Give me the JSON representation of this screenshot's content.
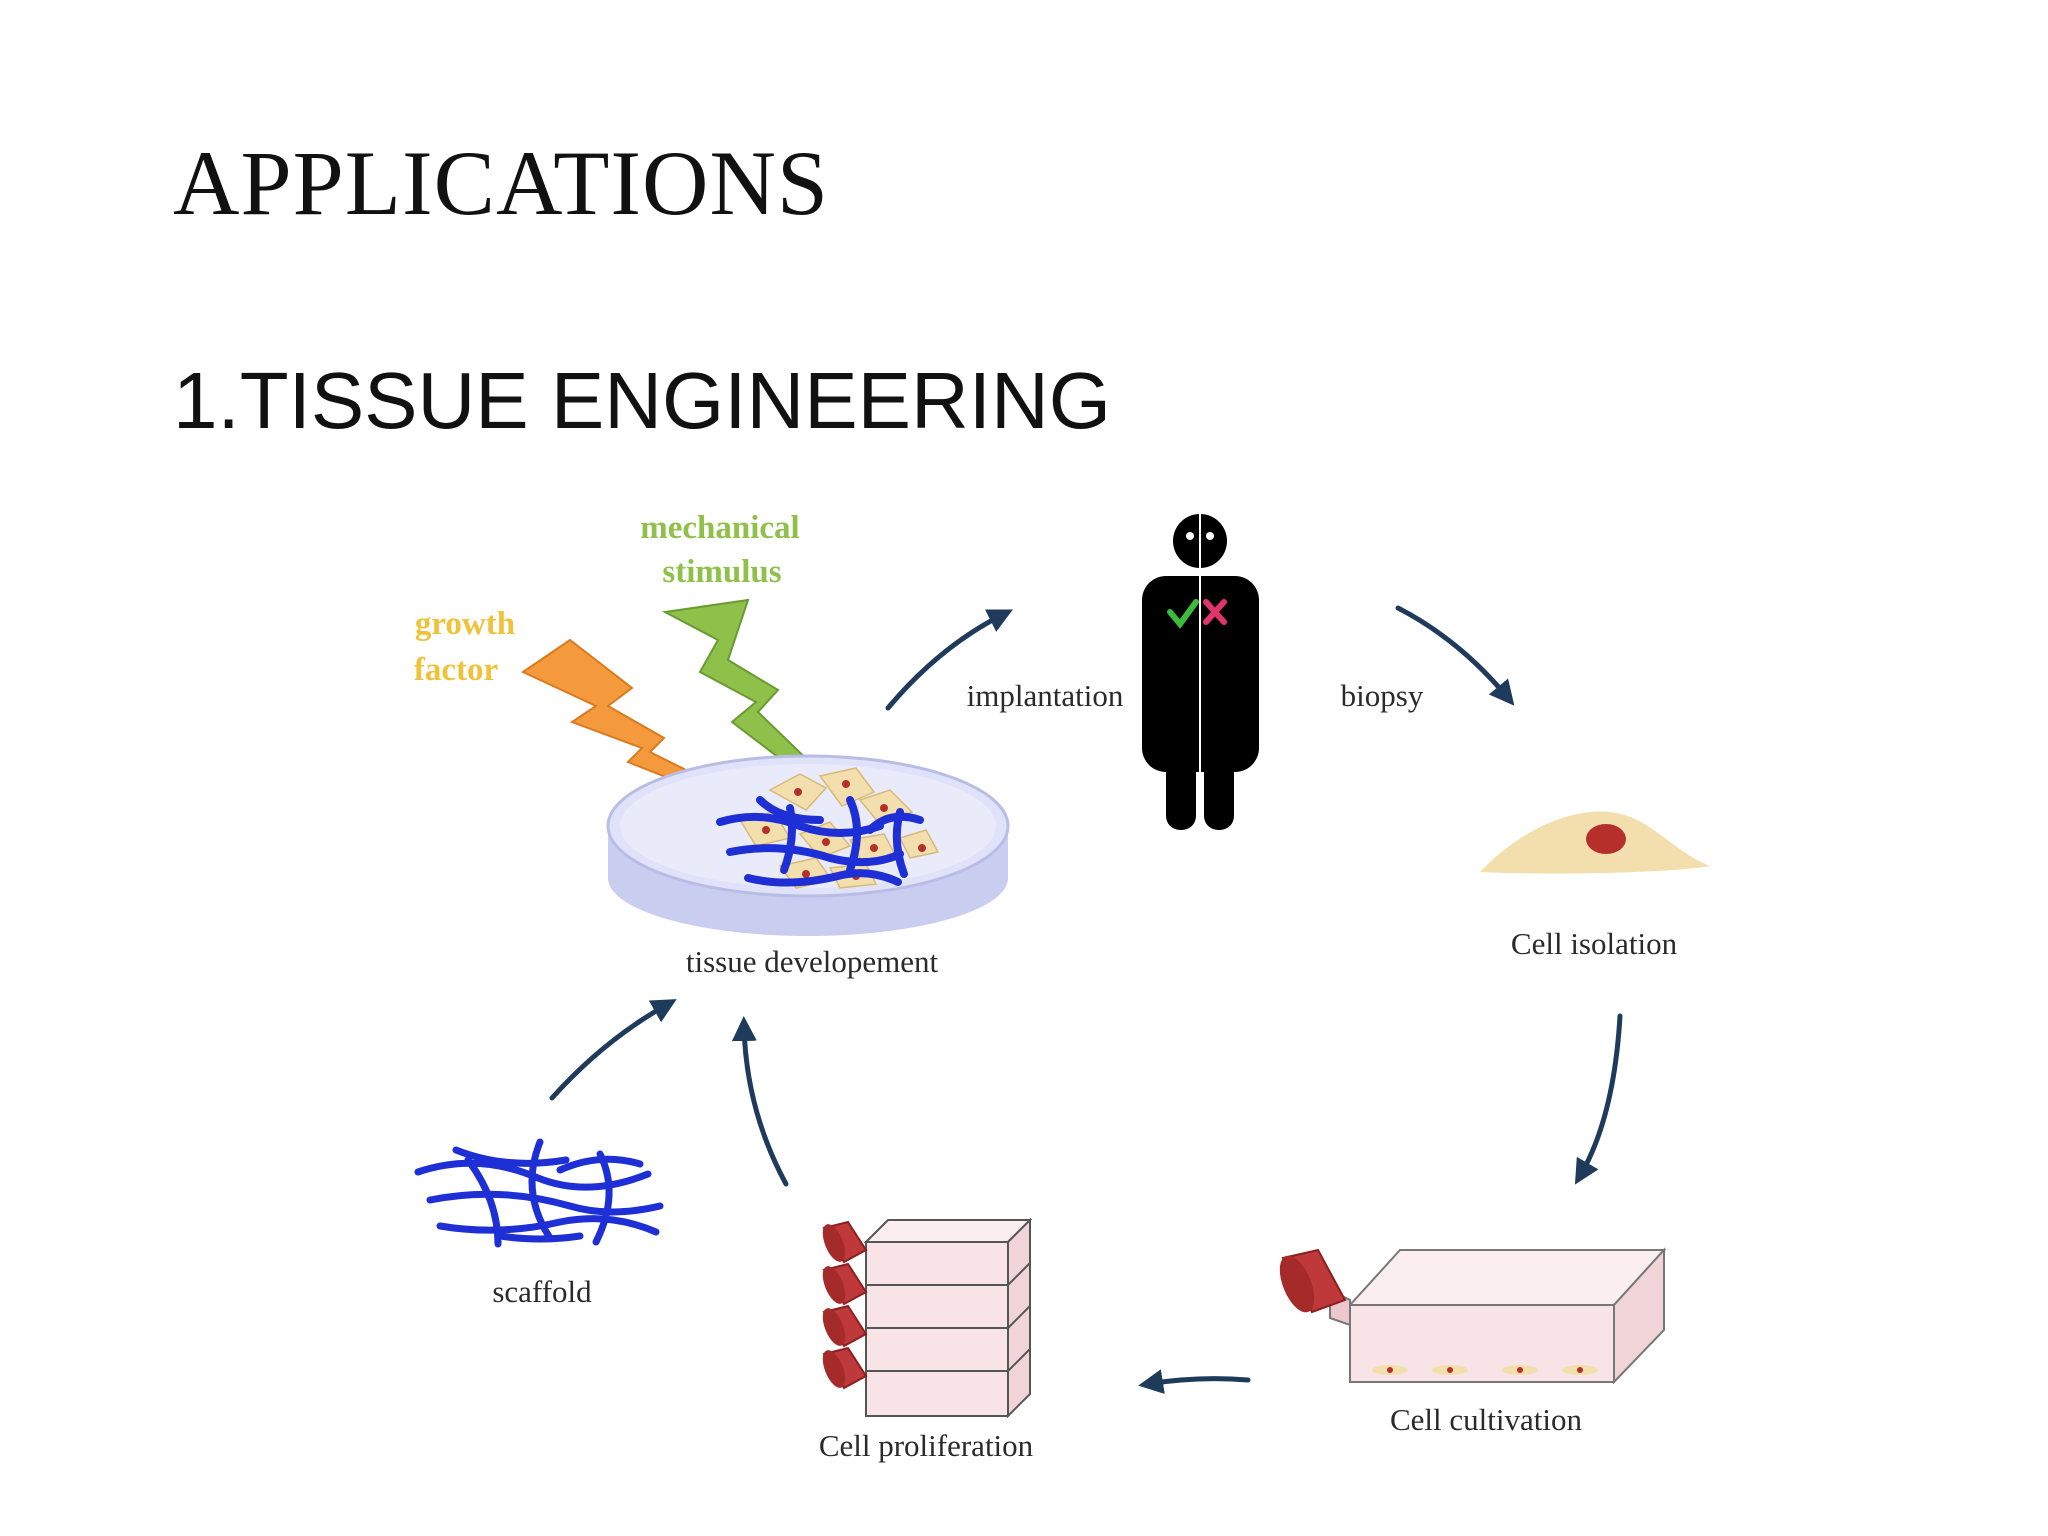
{
  "slide": {
    "title": "APPLICATIONS",
    "subtitle": "1.TISSUE ENGINEERING"
  },
  "diagram": {
    "labels": {
      "mechanical_stimulus_line1": "mechanical",
      "mechanical_stimulus_line2": "stimulus",
      "growth_factor_line1": "growth",
      "growth_factor_line2": "factor",
      "implantation": "implantation",
      "biopsy": "biopsy",
      "cell_isolation": "Cell isolation",
      "cell_cultivation": "Cell cultivation",
      "cell_proliferation": "Cell proliferation",
      "scaffold": "scaffold",
      "tissue_development": "tissue developement"
    },
    "colors": {
      "mechanical_stimulus": "#8fc04a",
      "growth_factor": "#f0c23a",
      "growth_bolt": "#f59a3c",
      "arrow": "#1f3b5c",
      "scaffold_fiber": "#1e2fd6",
      "cell_body": "#f3dfae",
      "nucleus": "#b5302a",
      "flask_cap": "#c0393a",
      "flask_body": "#f8e3e6",
      "dish": "#c9cdf0",
      "check": "#3bbd3b",
      "cross": "#e0356b"
    }
  }
}
